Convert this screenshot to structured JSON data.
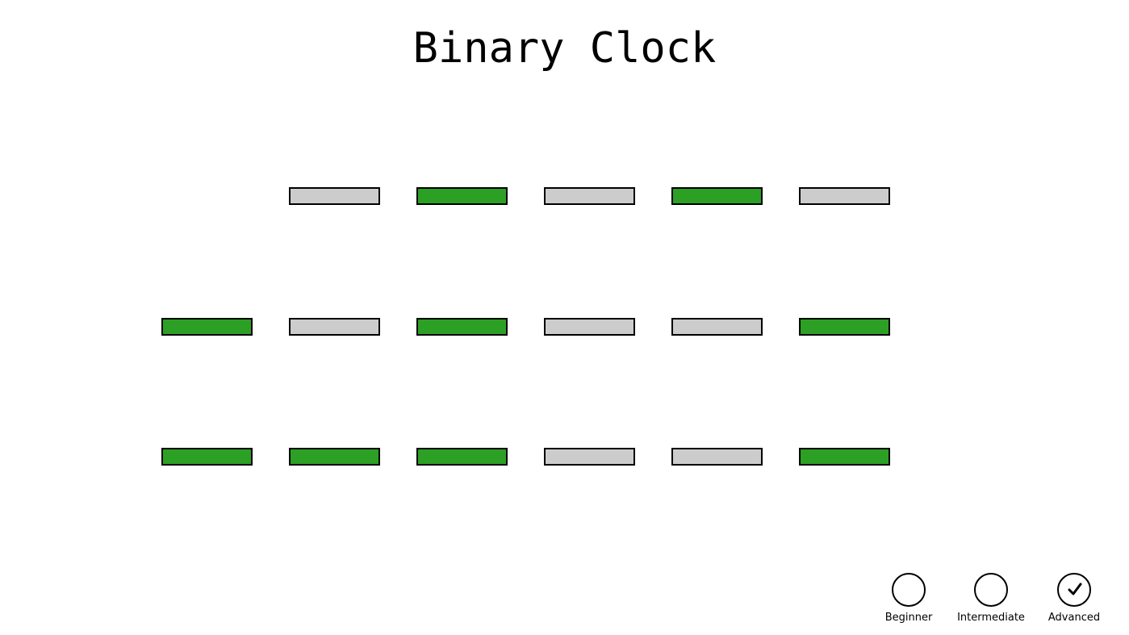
{
  "title": "Binary Clock",
  "colors": {
    "on": "#2ca024",
    "off": "#cccccc"
  },
  "rows": [
    {
      "name": "row-1",
      "bits": [
        null,
        0,
        1,
        0,
        1,
        0
      ]
    },
    {
      "name": "row-2",
      "bits": [
        1,
        0,
        1,
        0,
        0,
        1
      ]
    },
    {
      "name": "row-3",
      "bits": [
        1,
        1,
        1,
        0,
        0,
        1
      ]
    }
  ],
  "modes": [
    {
      "label": "Beginner",
      "checked": false
    },
    {
      "label": "Intermediate",
      "checked": false
    },
    {
      "label": "Advanced",
      "checked": true
    }
  ]
}
